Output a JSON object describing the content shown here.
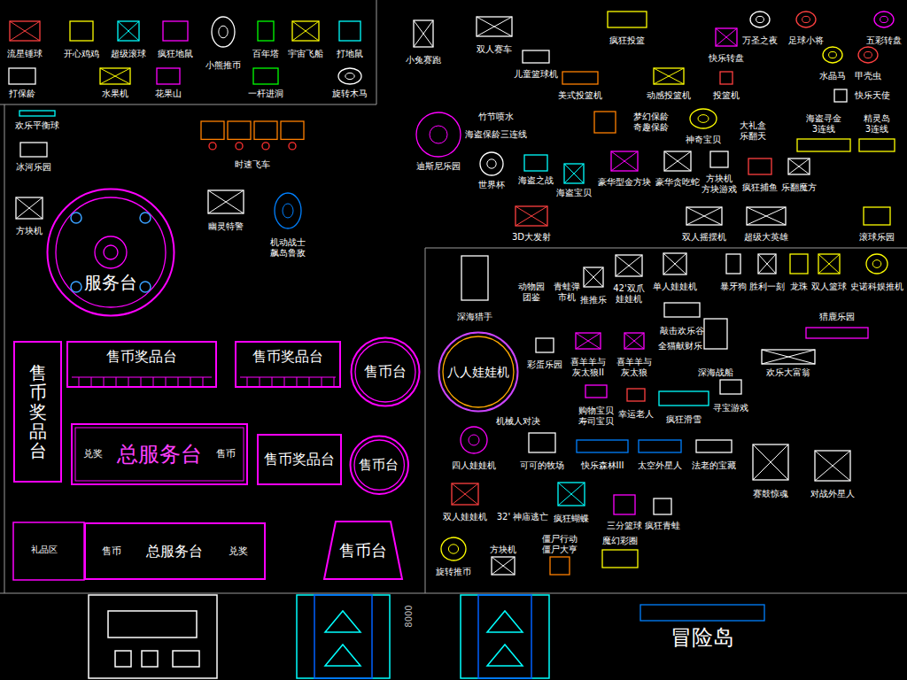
{
  "diagram": {
    "nodes": [
      {
        "text": [
          "服务台"
        ]
      },
      {
        "text": [
          "售币奖品台"
        ]
      },
      {
        "text": [
          "售币奖品台"
        ]
      },
      {
        "text": [
          "售币奖品台"
        ]
      },
      {
        "text": [
          "售币台"
        ]
      },
      {
        "text": [
          "兑奖",
          "总服务台",
          "售币"
        ]
      },
      {
        "text": [
          "售币奖品台"
        ]
      },
      {
        "text": [
          "售币台"
        ]
      },
      {
        "text": [
          "售币",
          "总服务台",
          "兑奖"
        ]
      },
      {
        "text": [
          "售币台"
        ]
      },
      {
        "text": [
          "八人娃娃机"
        ]
      }
    ],
    "labels": [
      "流星锤球",
      "开心鸡鸡",
      "超级滚球",
      "疯狂地鼠",
      "小熊推币",
      "百年塔",
      "宇宙飞船",
      "打地鼠",
      "打保龄",
      "水果机",
      "花果山",
      "一杆进洞",
      "旋转木马",
      "小兔赛跑",
      "双人赛车",
      "疯狂投篮",
      "万圣之夜",
      "足球小将",
      "五彩转盘",
      "儿童篮球机",
      "快乐转盘",
      "水晶马",
      "甲壳虫",
      "美式投篮机",
      "动感投篮机",
      "投篮机",
      "快乐天使",
      "欢乐平衡球",
      "时速飞车",
      "冰河乐园",
      "方块机",
      "幽灵特警",
      "机动战士 飙岛鲁敌",
      "竹节喷水",
      "海盗保龄三连线",
      "迪斯尼乐园",
      "梦幻保龄 奇趣保龄",
      "神奇宝贝",
      "大礼盒 乐翻天",
      "海盗寻金 3连线",
      "精灵岛 3连线",
      "世界杯",
      "海盗之战",
      "海盗宝贝",
      "豪华型金方块",
      "豪华贪吃蛇",
      "方块机 方块游戏",
      "疯狂捕鱼",
      "乐翻魔方",
      "3D大发射",
      "双人摇摆机",
      "超级大英雄",
      "滚球乐园",
      "深海猎手",
      "动物园 团鉴",
      "青蛙弹 市机",
      "推推乐",
      "42'双爪 娃娃机",
      "单人娃娃机",
      "暴牙狗",
      "胜利一刻",
      "龙珠",
      "双人篮球",
      "史诺科娱推机",
      "敲击欢乐谷",
      "猎鹿乐园",
      "彩蛋乐园",
      "喜羊羊与 灰太狼II",
      "喜羊羊与 灰太狼",
      "全猫献财乐",
      "深海战船",
      "欢乐大富翁",
      "购物宝贝 寿司宝贝",
      "幸运老人",
      "疯狂滑雪",
      "寻宝游戏",
      "机械人对决",
      "四人娃娃机",
      "可可的牧场",
      "快乐森林III",
      "太空外星人",
      "法老的宝藏",
      "赛鼓惊魂",
      "对战外星人",
      "双人娃娃机",
      "32' 神庙逃亡",
      "疯狂蝴蝶",
      "三分篮球",
      "疯狂青蛙",
      "旋转推币",
      "方块机",
      "僵尸行动 僵尸大亨",
      "魔幻彩圈",
      "冒险岛",
      "礼品区",
      "8000"
    ]
  }
}
